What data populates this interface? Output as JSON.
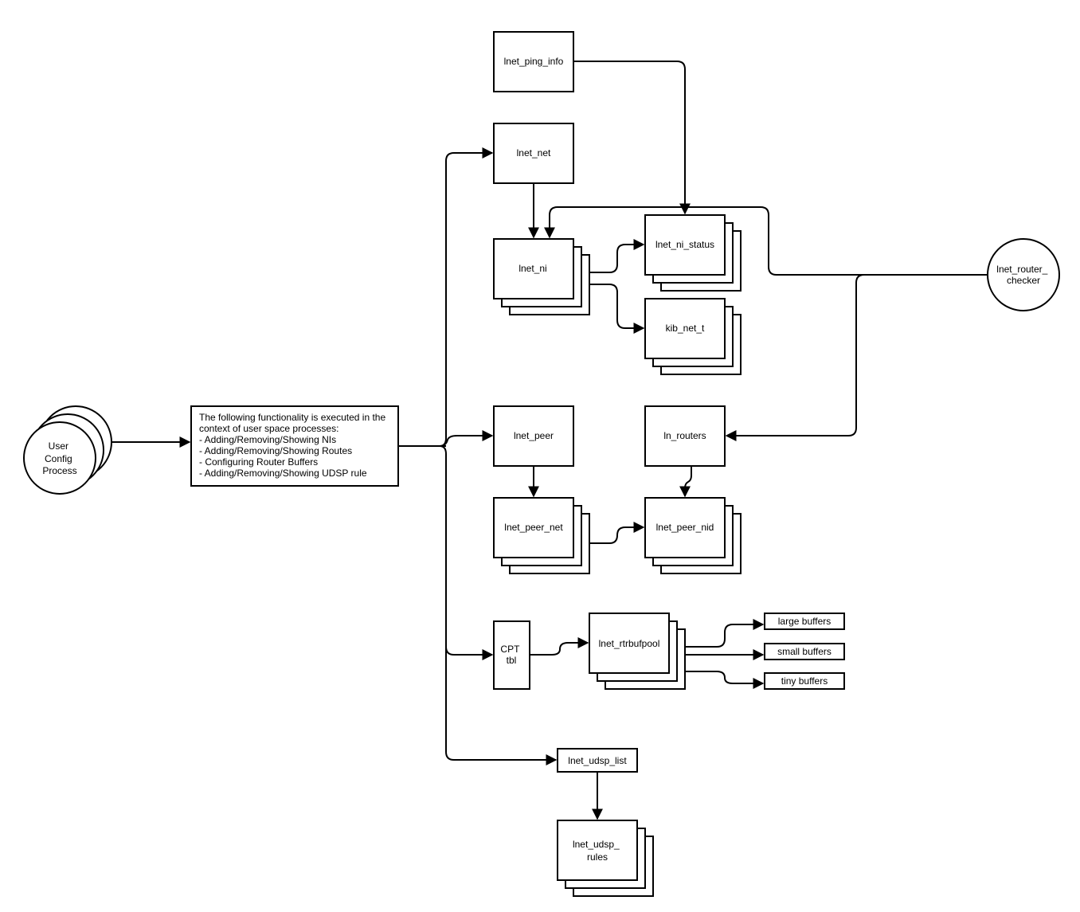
{
  "nodes": {
    "user_config": {
      "lines": [
        "User",
        "Config",
        "Process"
      ]
    },
    "note": {
      "lines": [
        "The following functionality is executed in the",
        "context of user space processes:",
        "- Adding/Removing/Showing NIs",
        "- Adding/Removing/Showing Routes",
        "- Configuring Router Buffers",
        "- Adding/Removing/Showing UDSP rule"
      ]
    },
    "lnet_ping_info": {
      "label": "lnet_ping_info"
    },
    "lnet_net": {
      "label": "lnet_net"
    },
    "lnet_ni": {
      "label": "lnet_ni"
    },
    "lnet_ni_status": {
      "label": "lnet_ni_status"
    },
    "kib_net_t": {
      "label": "kib_net_t"
    },
    "lnet_router_checker": {
      "lines": [
        "lnet_router_",
        "checker"
      ]
    },
    "lnet_peer": {
      "label": "lnet_peer"
    },
    "ln_routers": {
      "label": "ln_routers"
    },
    "lnet_peer_net": {
      "label": "lnet_peer_net"
    },
    "lnet_peer_nid": {
      "label": "lnet_peer_nid"
    },
    "cpt_tbl": {
      "lines": [
        "CPT",
        "tbl"
      ]
    },
    "lnet_rtrbufpool": {
      "label": "lnet_rtrbufpool"
    },
    "large_buffers": {
      "label": "large buffers"
    },
    "small_buffers": {
      "label": "small buffers"
    },
    "tiny_buffers": {
      "label": "tiny buffers"
    },
    "lnet_udsp_list": {
      "label": "lnet_udsp_list"
    },
    "lnet_udsp_rules": {
      "lines": [
        "lnet_udsp_",
        "rules"
      ]
    }
  }
}
